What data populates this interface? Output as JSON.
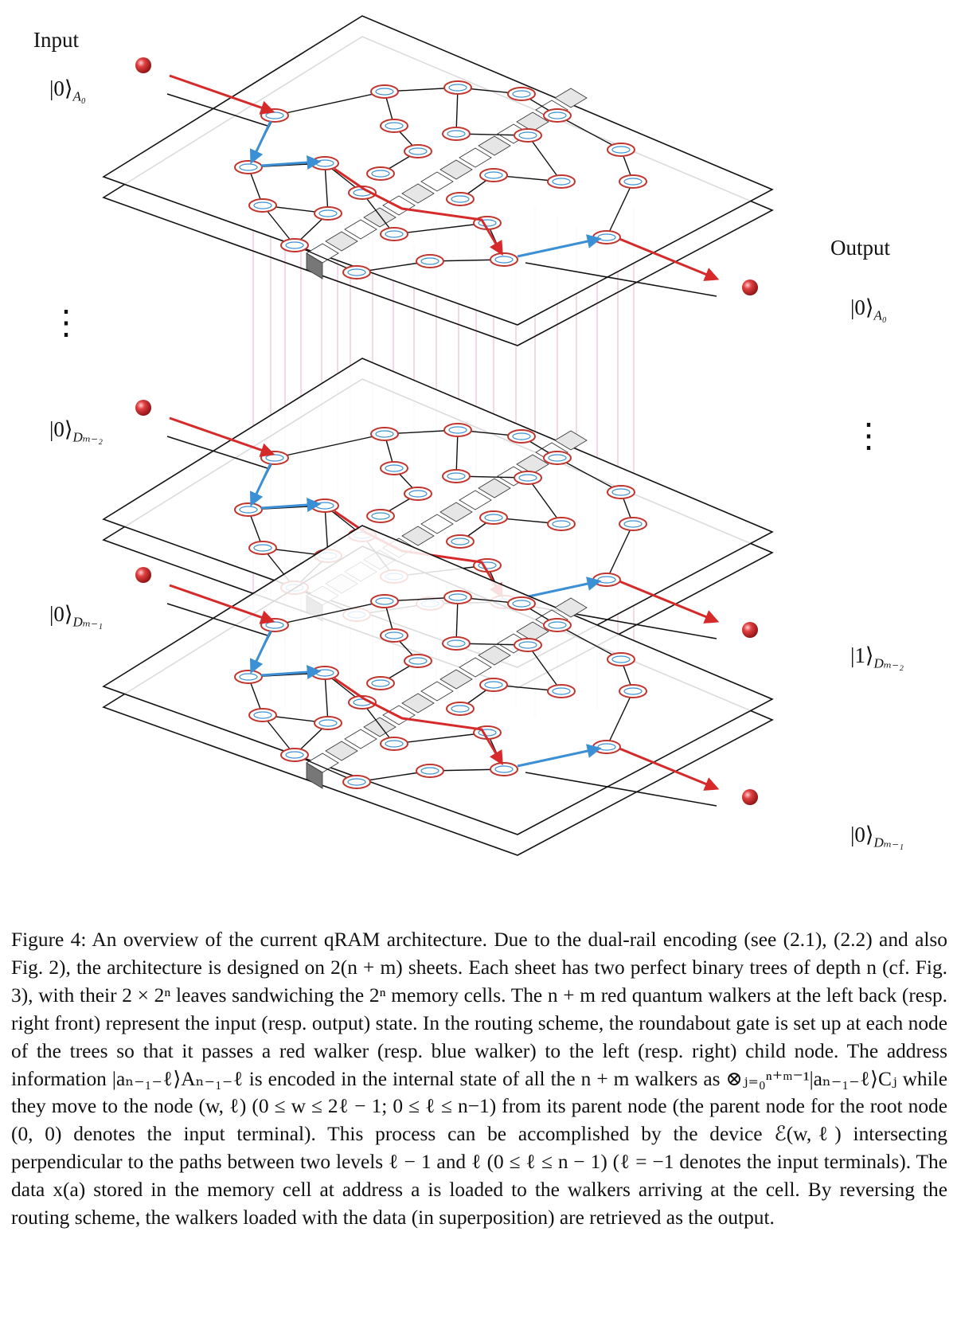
{
  "labels": {
    "input_heading": "Input",
    "output_heading": "Output",
    "input_A0": "|0⟩",
    "input_A0_sub": "A₀",
    "input_Dm2": "|0⟩",
    "input_Dm2_sub": "Dₘ₋₂",
    "input_Dm1": "|0⟩",
    "input_Dm1_sub": "Dₘ₋₁",
    "output_A0": "|0⟩",
    "output_A0_sub": "A₀",
    "output_Dm2": "|1⟩",
    "output_Dm2_sub": "Dₘ₋₂",
    "output_Dm1": "|0⟩",
    "output_Dm1_sub": "Dₘ₋₁",
    "dots": "⋮"
  },
  "colors": {
    "walker_red": "#d62a2a",
    "route_blue": "#3b8fd4",
    "pink_link": "#e59ac6",
    "node_outline": "#c0342e",
    "sheet_line": "#111111"
  },
  "caption": {
    "figure_label": "Figure 4:",
    "text": "An overview of the current qRAM architecture. Due to the dual-rail encoding (see (2.1), (2.2) and also Fig. 2), the architecture is designed on 2(n + m) sheets. Each sheet has two perfect binary trees of depth n (cf. Fig. 3), with their 2 × 2ⁿ leaves sandwiching the 2ⁿ memory cells. The n + m red quantum walkers at the left back (resp. right front) represent the input (resp. output) state. In the routing scheme, the roundabout gate is set up at each node of the trees so that it passes a red walker (resp. blue walker) to the left (resp. right) child node. The address information |aₙ₋₁₋ℓ⟩Aₙ₋₁₋ℓ is encoded in the internal state of all the n + m walkers as ⊗ⱼ₌₀ⁿ⁺ᵐ⁻¹|aₙ₋₁₋ℓ⟩Cⱼ while they move to the node (w, ℓ) (0 ≤ w ≤ 2ℓ − 1; 0 ≤ ℓ ≤ n−1) from its parent node (the parent node for the root node (0, 0) denotes the input terminal). This process can be accomplished by the device ℰ(w,ℓ) intersecting perpendicular to the paths between two levels ℓ − 1 and ℓ (0 ≤ ℓ ≤ n − 1) (ℓ = −1 denotes the input terminals). The data x(a) stored in the memory cell at address a is loaded to the walkers arriving at the cell. By reversing the routing scheme, the walkers loaded with the data (in superposition) are retrieved as the output."
  }
}
